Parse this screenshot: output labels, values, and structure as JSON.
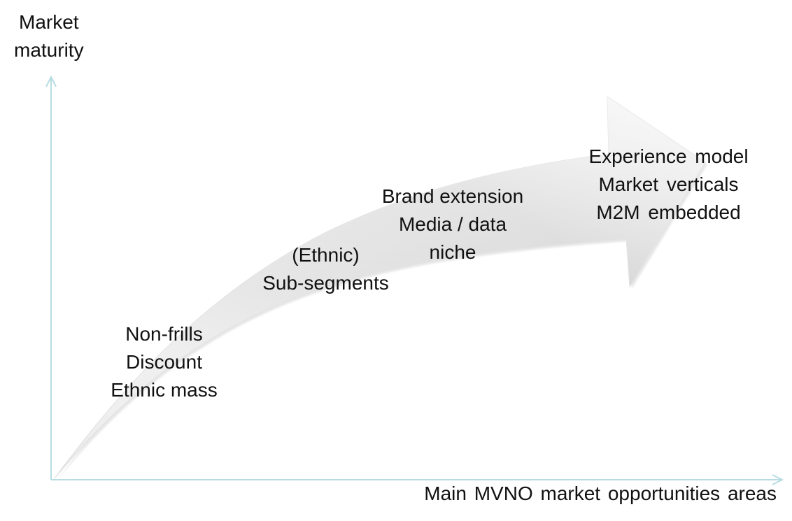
{
  "axes": {
    "y_title_lines": [
      "Market",
      "maturity"
    ],
    "x_title": "Main MVNO market opportunities areas"
  },
  "stages": [
    {
      "lines": [
        "Non-frills",
        "Discount",
        "Ethnic mass"
      ]
    },
    {
      "lines": [
        "(Ethnic)",
        "Sub-segments"
      ]
    },
    {
      "lines": [
        "Brand extension",
        "Media / data",
        "niche"
      ]
    },
    {
      "lines": [
        "Experience model",
        "Market verticals",
        "M2M embedded"
      ]
    }
  ],
  "colors": {
    "axis": "#b7dde3",
    "arrow_light": "#ffffff",
    "arrow_dark": "#c9c9c9",
    "text": "#111111"
  }
}
